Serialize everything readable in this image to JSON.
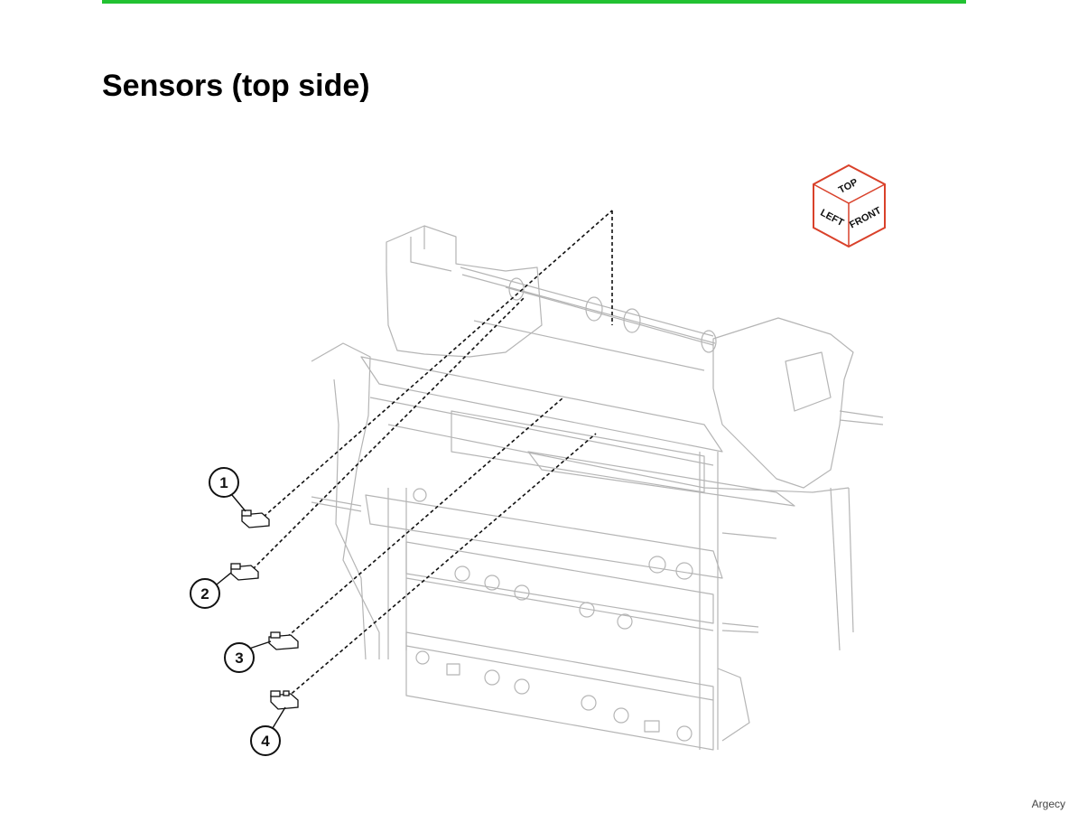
{
  "header": {
    "title": "Sensors (top side)"
  },
  "orientation_cube": {
    "top": "TOP",
    "left": "LEFT",
    "front": "FRONT",
    "edge_color": "#d9412a"
  },
  "callouts": [
    {
      "label": "1"
    },
    {
      "label": "2"
    },
    {
      "label": "3"
    },
    {
      "label": "4"
    }
  ],
  "footer": {
    "brand": "Argecy"
  },
  "colors": {
    "rule": "#22c232",
    "frame_line": "#b5b5b5"
  }
}
